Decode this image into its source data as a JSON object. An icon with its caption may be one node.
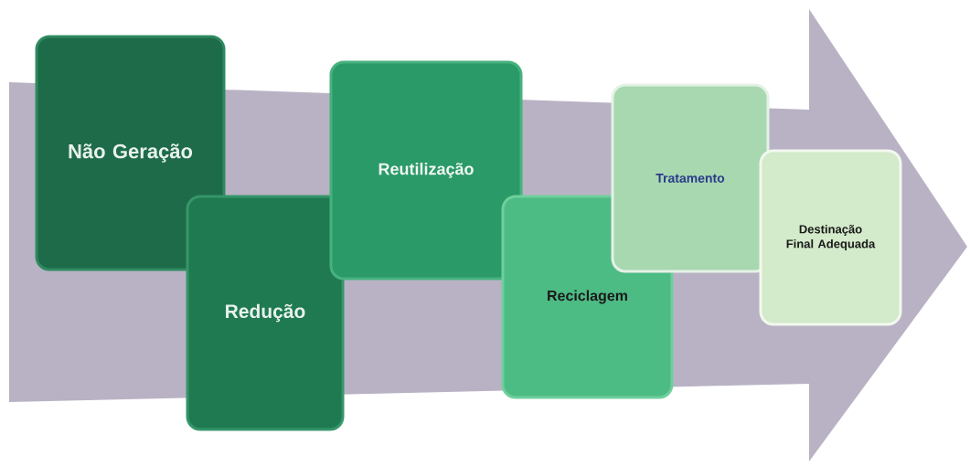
{
  "diagram": {
    "nodes": [
      {
        "text": [
          "Não Geração"
        ]
      },
      {
        "text": [
          "Redução"
        ]
      },
      {
        "text": [
          "Reutilização"
        ]
      },
      {
        "text": [
          "Reciclagem"
        ]
      },
      {
        "text": [
          "Tratamento"
        ]
      },
      {
        "text": [
          "Destinação Final Adequada"
        ]
      }
    ]
  }
}
